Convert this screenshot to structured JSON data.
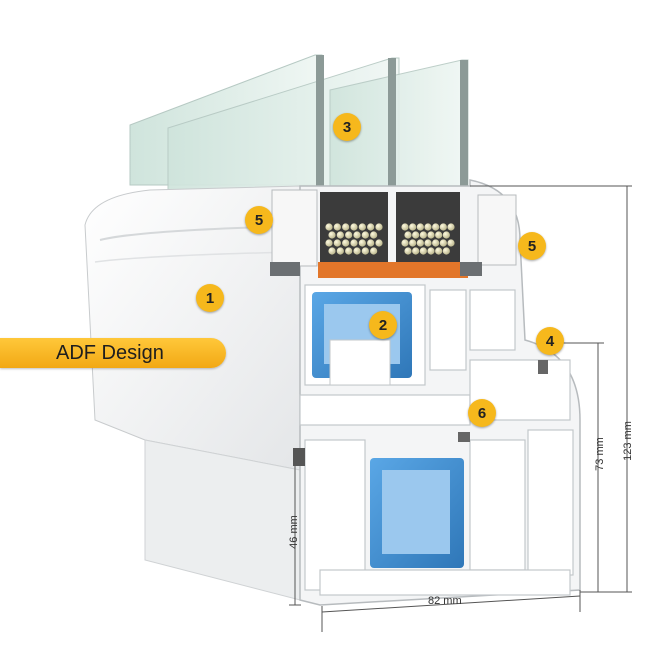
{
  "badges": {
    "b1": "1",
    "b2": "2",
    "b3": "3",
    "b4": "4",
    "b5a": "5",
    "b5b": "5",
    "b6": "6"
  },
  "label": "ADF Design",
  "dimensions": {
    "depth": "82 mm",
    "height_total": "123 mm",
    "height_sash": "73 mm",
    "height_frame": "46 mm"
  },
  "colors": {
    "badge": "#f6b81c",
    "steel": "#3f8fd0",
    "spacer": "#e2762a",
    "glass": "#dfeee8"
  }
}
